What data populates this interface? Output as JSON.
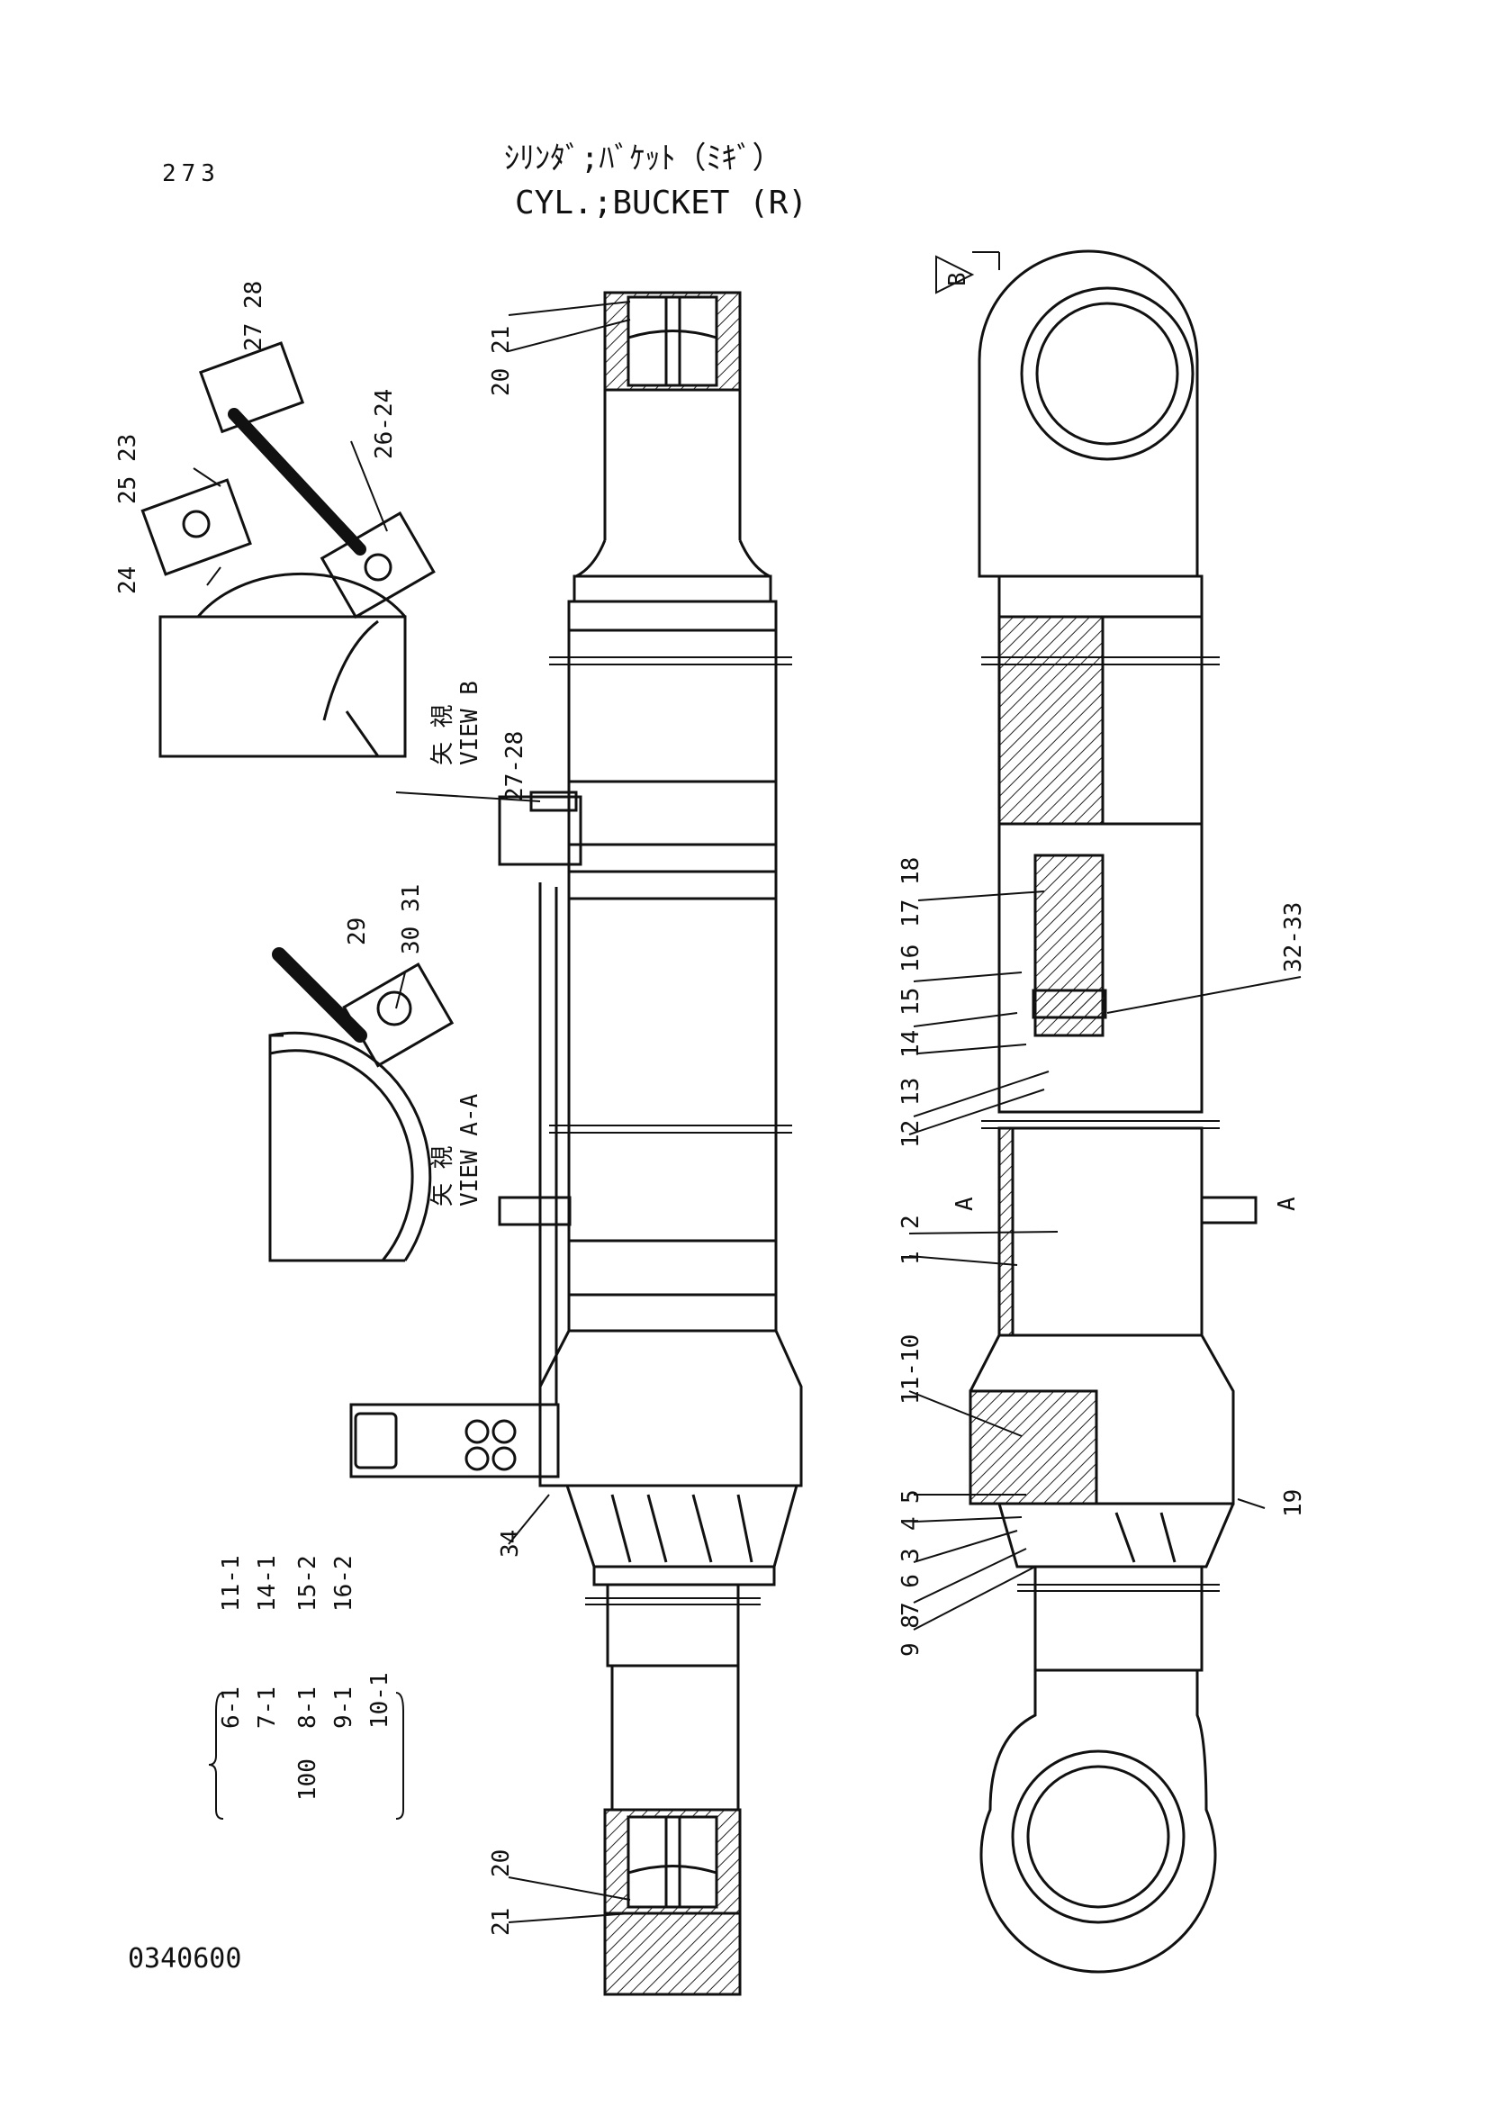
{
  "page": {
    "number": "273",
    "title_jp": "ｼﾘﾝﾀﾞ;ﾊﾞｹｯﾄ（ﾐｷﾞ）",
    "title_en": "CYL.;BUCKET (R)",
    "doc_number": "0340600"
  },
  "views": {
    "view_b_jp": "矢 視",
    "view_b_en": "VIEW  B",
    "view_aa_jp": "矢 視",
    "view_aa_en": "VIEW A-A",
    "section_mark_b": "B",
    "section_mark_a": "A"
  },
  "callouts": {
    "c20_21_top": "20 21",
    "c27_28_top": "27 28",
    "c26_24": "26-24",
    "c25_23": "25 23",
    "c24": "24",
    "c27_28": "27-28",
    "c29": "29",
    "c30_31": "30 31",
    "c18_17_16_15_14_13_12": [
      "18",
      "17",
      "16",
      "15",
      "14",
      "13",
      "12"
    ],
    "c17_18": "17 18",
    "c16": "16",
    "c14_15": "14 15",
    "c12_13": "12 13",
    "c32_33": "32-33",
    "c2": "2",
    "c1": "1",
    "c11_10": "11-10",
    "c19": "19",
    "c5": "5",
    "c4": "4",
    "c3": "3",
    "c7_6": "7 6",
    "c9_8": "9 8",
    "c34": "34",
    "c20_bottom": "20",
    "c21_bottom": "21"
  },
  "kit": {
    "group_number": "100",
    "column_a": [
      "11-1",
      "14-1",
      "15-2",
      "16-2"
    ],
    "column_b": [
      "6-1",
      "7-1",
      "8-1",
      "9-1",
      "10-1"
    ]
  }
}
